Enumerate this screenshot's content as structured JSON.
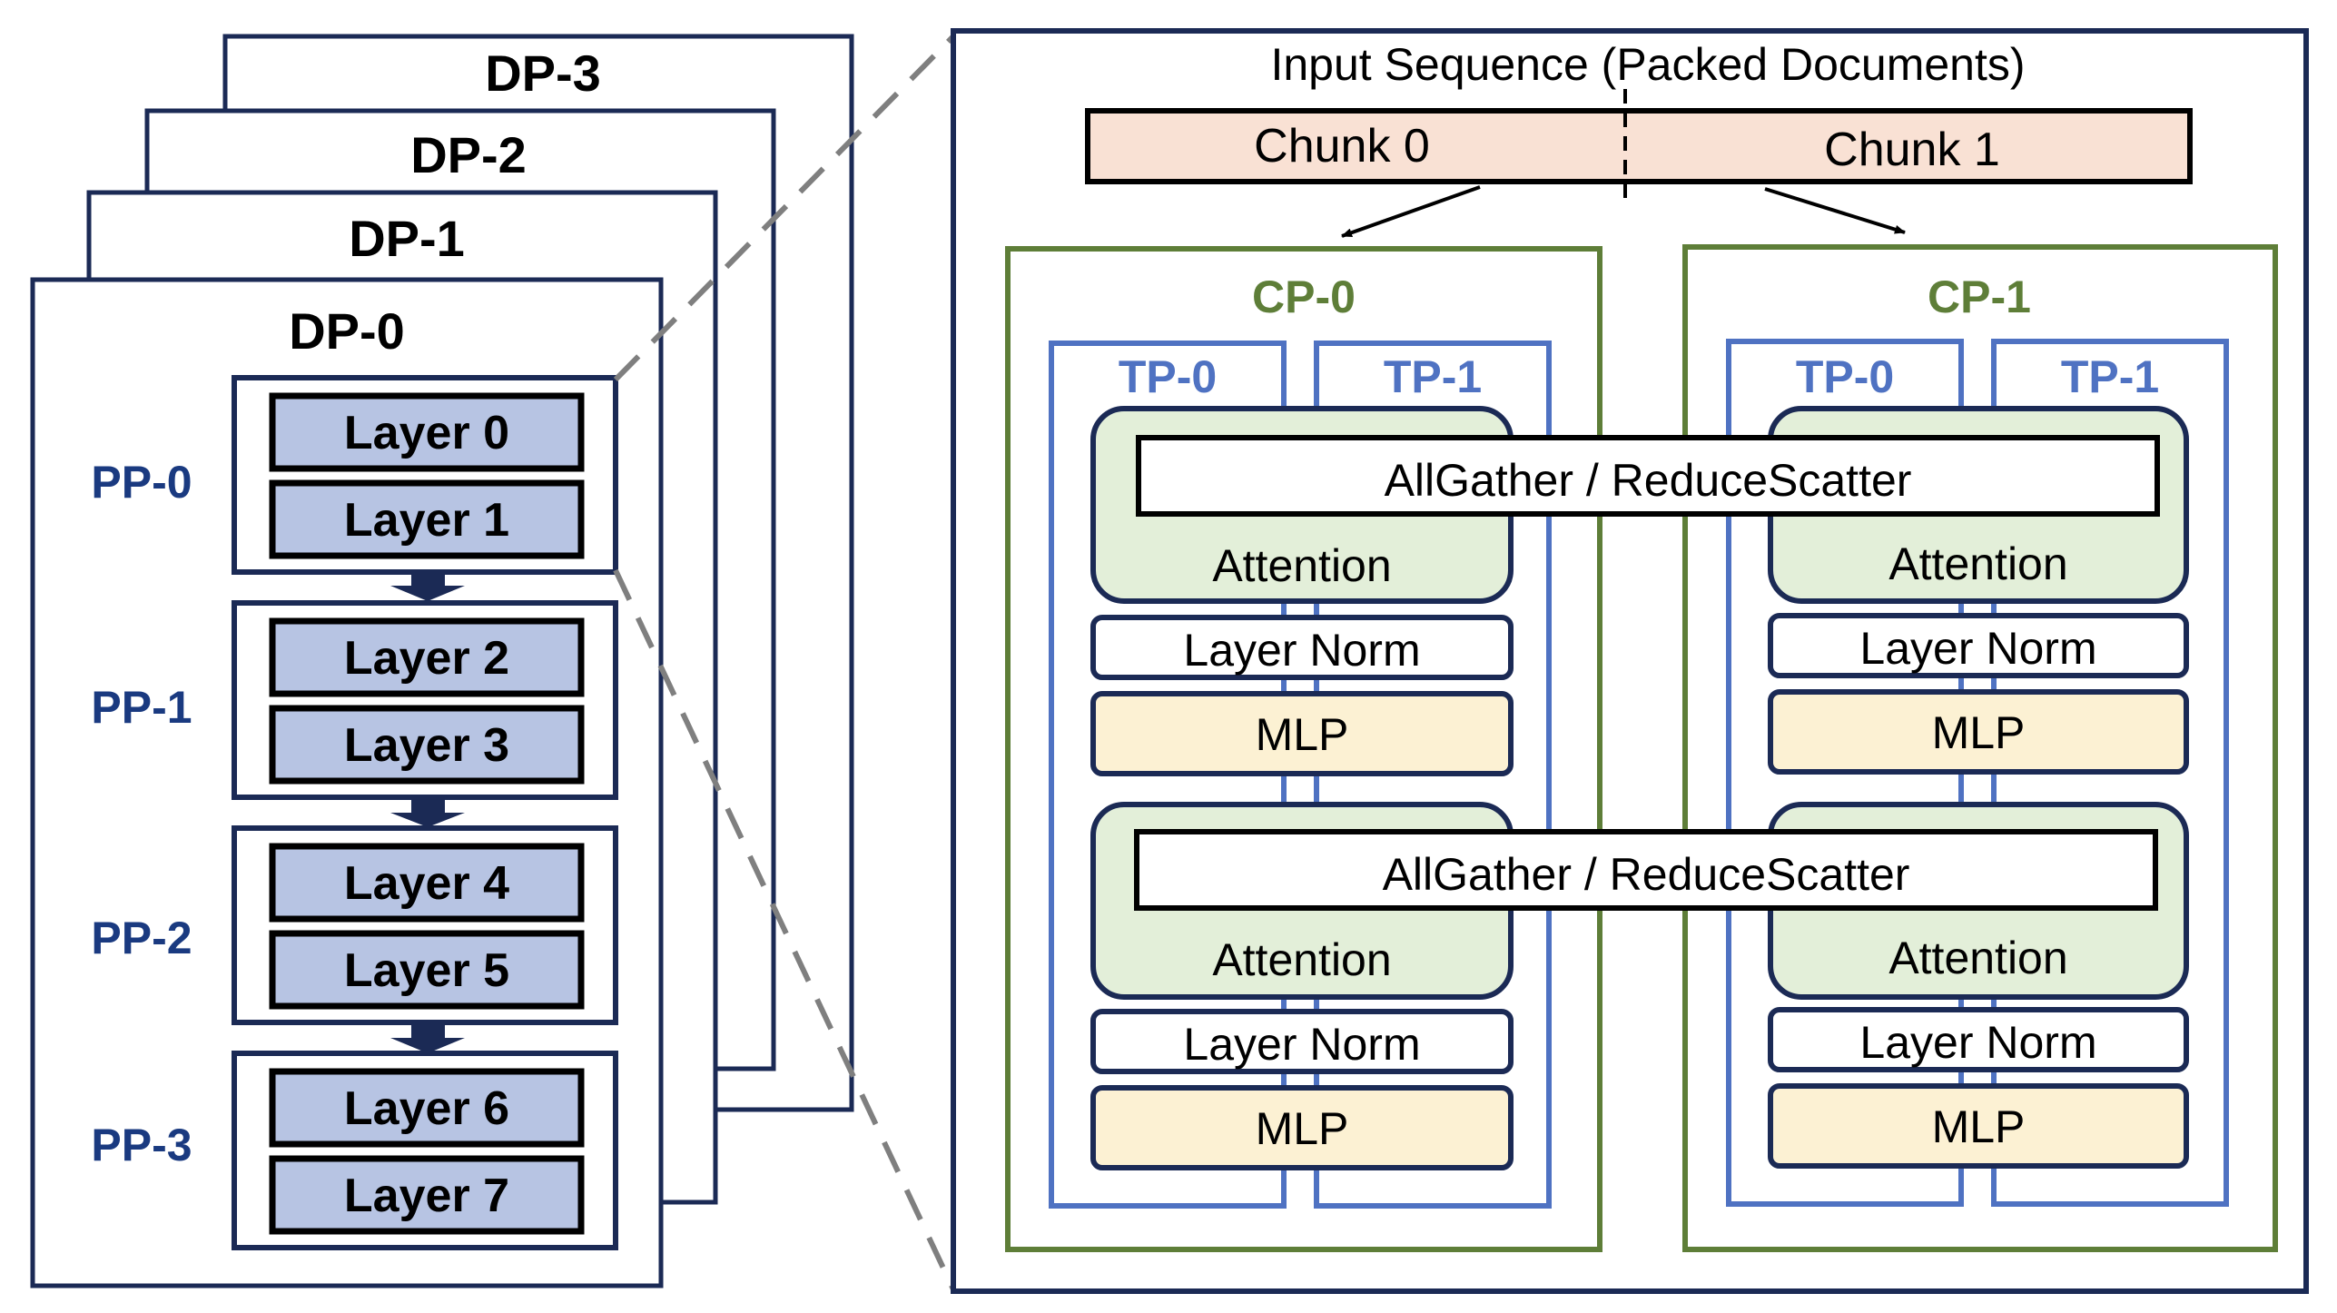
{
  "colors": {
    "navy": "#1b2a55",
    "dp_label": "#000000",
    "pp_label": "#1a3a80",
    "layer_fill": "#b7c4e3",
    "chunk_fill": "#f9e1d4",
    "cp_border": "#5e7e38",
    "cp_label": "#5e7e38",
    "tp_border": "#4f72c2",
    "tp_label": "#4f72c2",
    "attention_fill": "#e3efd9",
    "mlp_fill": "#fcf1d3",
    "zoom_line": "#7f7f7f"
  },
  "data_parallel": {
    "replicas": [
      "DP-3",
      "DP-2",
      "DP-1",
      "DP-0"
    ]
  },
  "pipeline_stages": [
    {
      "label": "PP-0",
      "layers": [
        "Layer 0",
        "Layer 1"
      ]
    },
    {
      "label": "PP-1",
      "layers": [
        "Layer 2",
        "Layer 3"
      ]
    },
    {
      "label": "PP-2",
      "layers": [
        "Layer 4",
        "Layer 5"
      ]
    },
    {
      "label": "PP-3",
      "layers": [
        "Layer 6",
        "Layer 7"
      ]
    }
  ],
  "detail": {
    "input_title": "Input Sequence (Packed Documents)",
    "chunks": [
      "Chunk 0",
      "Chunk 1"
    ],
    "context_parallel": [
      {
        "label": "CP-0",
        "tensor_parallel": [
          "TP-0",
          "TP-1"
        ]
      },
      {
        "label": "CP-1",
        "tensor_parallel": [
          "TP-0",
          "TP-1"
        ]
      }
    ],
    "blocks": {
      "collective": "AllGather / ReduceScatter",
      "attention": "Attention",
      "layer_norm": "Layer Norm",
      "mlp": "MLP"
    }
  }
}
